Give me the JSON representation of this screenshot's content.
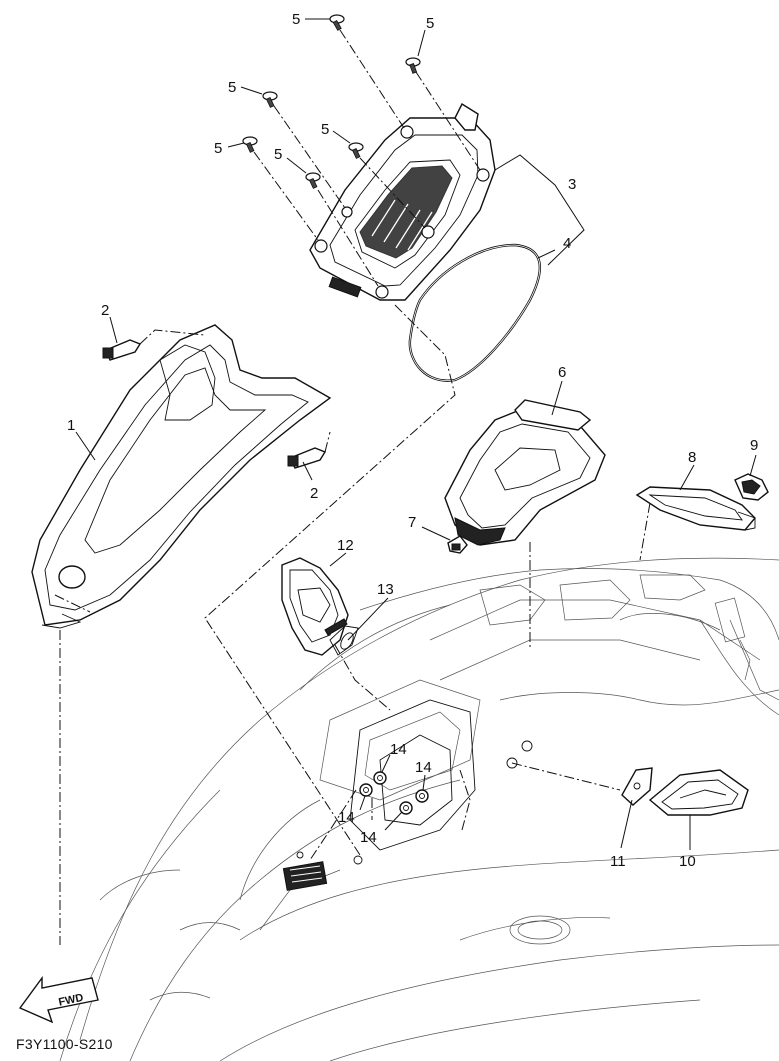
{
  "diagram": {
    "code": "F3Y1100-S210",
    "fwd_label": "FWD",
    "callouts": [
      {
        "id": "c-5a",
        "label": "5"
      },
      {
        "id": "c-5b",
        "label": "5"
      },
      {
        "id": "c-5c",
        "label": "5"
      },
      {
        "id": "c-5d",
        "label": "5"
      },
      {
        "id": "c-5e",
        "label": "5"
      },
      {
        "id": "c-5f",
        "label": "5"
      },
      {
        "id": "c-3",
        "label": "3"
      },
      {
        "id": "c-4",
        "label": "4"
      },
      {
        "id": "c-2a",
        "label": "2"
      },
      {
        "id": "c-2b",
        "label": "2"
      },
      {
        "id": "c-1",
        "label": "1"
      },
      {
        "id": "c-6",
        "label": "6"
      },
      {
        "id": "c-7",
        "label": "7"
      },
      {
        "id": "c-8",
        "label": "8"
      },
      {
        "id": "c-9",
        "label": "9"
      },
      {
        "id": "c-12",
        "label": "12"
      },
      {
        "id": "c-13",
        "label": "13"
      },
      {
        "id": "c-14a",
        "label": "14"
      },
      {
        "id": "c-14b",
        "label": "14"
      },
      {
        "id": "c-14c",
        "label": "14"
      },
      {
        "id": "c-14d",
        "label": "14"
      },
      {
        "id": "c-11",
        "label": "11"
      },
      {
        "id": "c-10",
        "label": "10"
      }
    ]
  }
}
